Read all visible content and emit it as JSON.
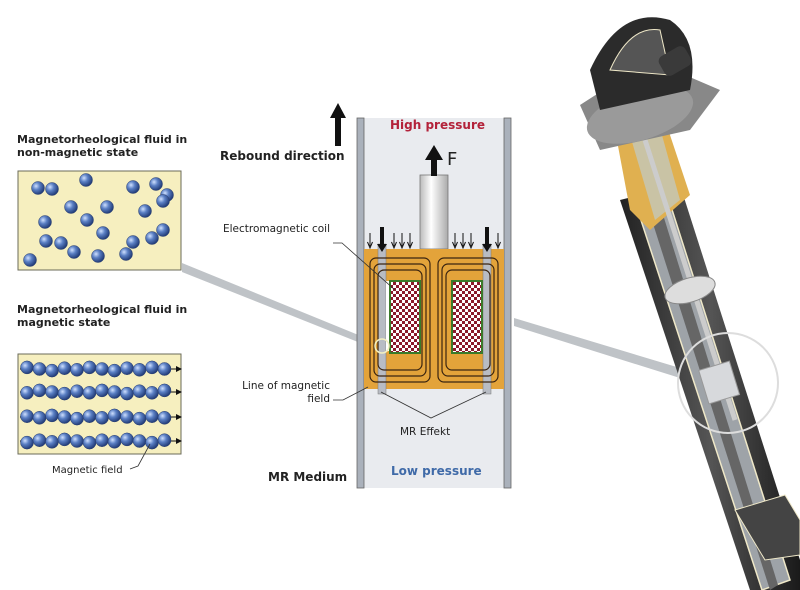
{
  "left_panel": {
    "non_magnetic_title": "Magnetorheological fluid in non-magnetic state",
    "magnetic_title": "Magnetorheological fluid in magnetic state",
    "magnetic_field_label": "Magnetic field"
  },
  "center": {
    "rebound_direction": "Rebound direction",
    "high_pressure": "High pressure",
    "force_label": "F",
    "coil_label": "Electromagnetic coil",
    "field_line_label": "Line of magnetic field",
    "mr_effect": "MR Effekt",
    "mr_medium": "MR Medium",
    "low_pressure": "Low pressure"
  },
  "colors": {
    "fluid_bg": "#f6efbf",
    "particle": "#5a7fc4",
    "piston": "#e3a33a",
    "coil": "#8b1a2a",
    "high_pressure": "#b3223a",
    "low_pressure": "#3f6aa8"
  }
}
